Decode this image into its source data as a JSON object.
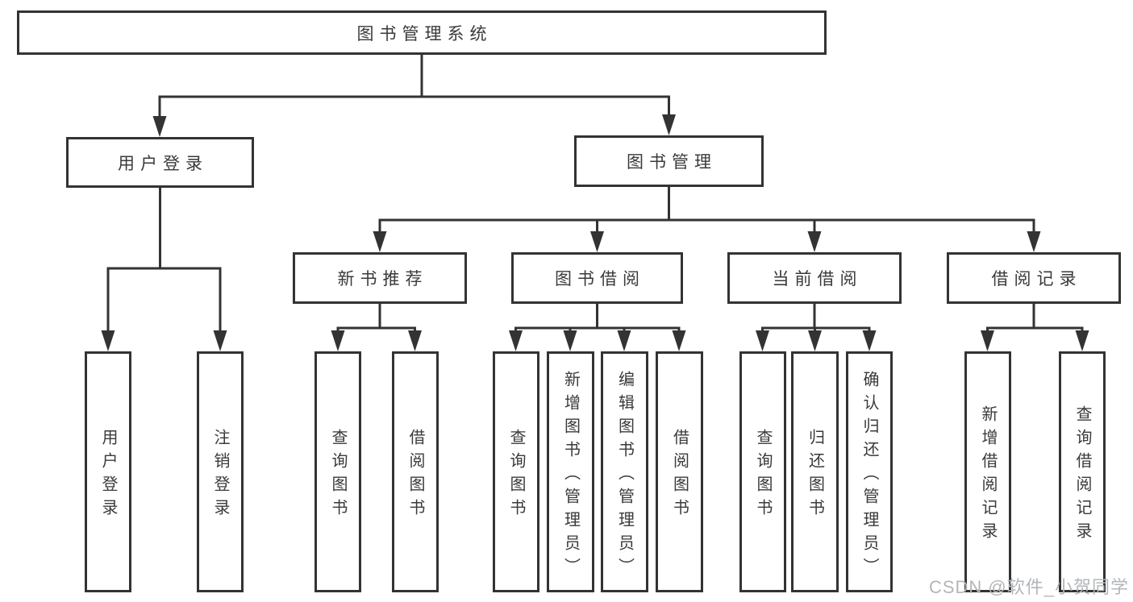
{
  "tree": {
    "label": "图书管理系统",
    "children": [
      {
        "label": "用户登录",
        "children": [
          {
            "label": "用户登录"
          },
          {
            "label": "注销登录"
          }
        ]
      },
      {
        "label": "图书管理",
        "children": [
          {
            "label": "新书推荐",
            "children": [
              {
                "label": "查询图书"
              },
              {
                "label": "借阅图书"
              }
            ]
          },
          {
            "label": "图书借阅",
            "children": [
              {
                "label": "查询图书"
              },
              {
                "label": "新增图书（管理员）"
              },
              {
                "label": "编辑图书（管理员）"
              },
              {
                "label": "借阅图书"
              }
            ]
          },
          {
            "label": "当前借阅",
            "children": [
              {
                "label": "查询图书"
              },
              {
                "label": "归还图书"
              },
              {
                "label": "确认归还（管理员）"
              }
            ]
          },
          {
            "label": "借阅记录",
            "children": [
              {
                "label": "新增借阅记录"
              },
              {
                "label": "查询借阅记录"
              }
            ]
          }
        ]
      }
    ]
  },
  "watermark": {
    "text": "CSDN @软件_小贺同学"
  },
  "colors": {
    "line": "#333333",
    "text": "#3a3a3a",
    "watermark": "#b3b6b9",
    "background": "#ffffff"
  }
}
